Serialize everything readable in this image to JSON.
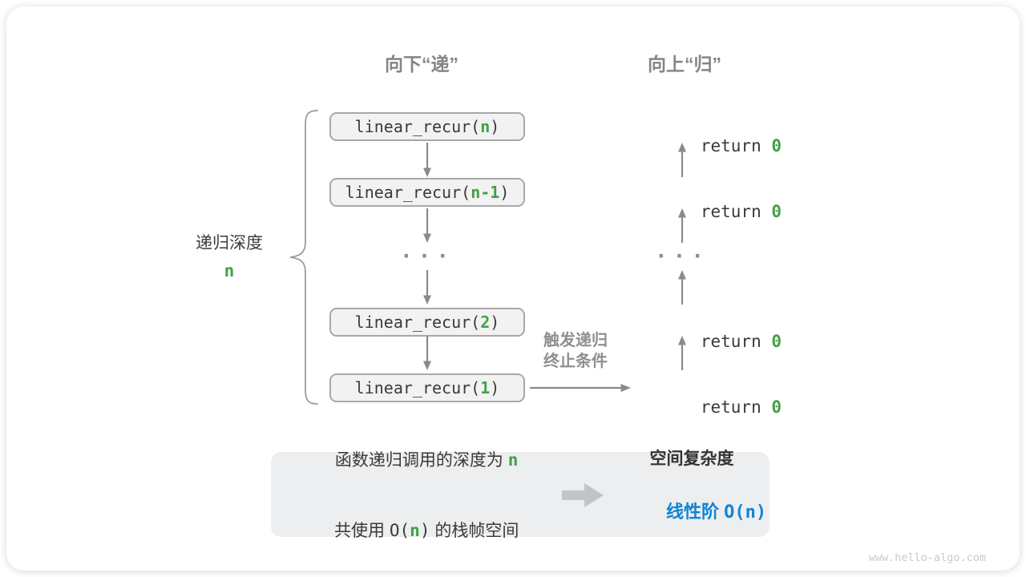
{
  "headers": {
    "down": "向下“递”",
    "up": "向上“归”"
  },
  "depth": {
    "label": "递归深度",
    "value": "n"
  },
  "stack": {
    "ellipsis": "···",
    "frames": [
      {
        "fn": "linear_recur(",
        "arg": "n",
        "close": ")"
      },
      {
        "fn": "linear_recur(",
        "arg": "n-1",
        "close": ")"
      },
      {
        "fn": "linear_recur(",
        "arg": "2",
        "close": ")"
      },
      {
        "fn": "linear_recur(",
        "arg": "1",
        "close": ")"
      }
    ],
    "returns": [
      {
        "kw": "return ",
        "val": "0"
      },
      {
        "kw": "return ",
        "val": "0"
      },
      {
        "kw": "return ",
        "val": "0"
      },
      {
        "kw": "return ",
        "val": "0"
      }
    ]
  },
  "hint": {
    "line1": "触发递归",
    "line2": "终止条件"
  },
  "summary": {
    "left": {
      "line1_text": "函数递归调用的深度为 ",
      "line1_value": "n",
      "line2_pre": "共使用 ",
      "line2_o_open": "O(",
      "line2_n": "n",
      "line2_o_close": ")",
      "line2_post": " 的栈帧空间"
    },
    "right": {
      "title": "空间复杂度",
      "grade": "线性阶 ",
      "big_o": "O(n)"
    }
  },
  "colors": {
    "green": "#43A047",
    "blue": "#0D84D8",
    "arrow_gray": "#8A8A8A",
    "box_fill": "#F2F2F2",
    "box_border": "#A8A8A8",
    "summary_fill": "#EDEEEF"
  },
  "watermark": "www.hello-algo.com"
}
